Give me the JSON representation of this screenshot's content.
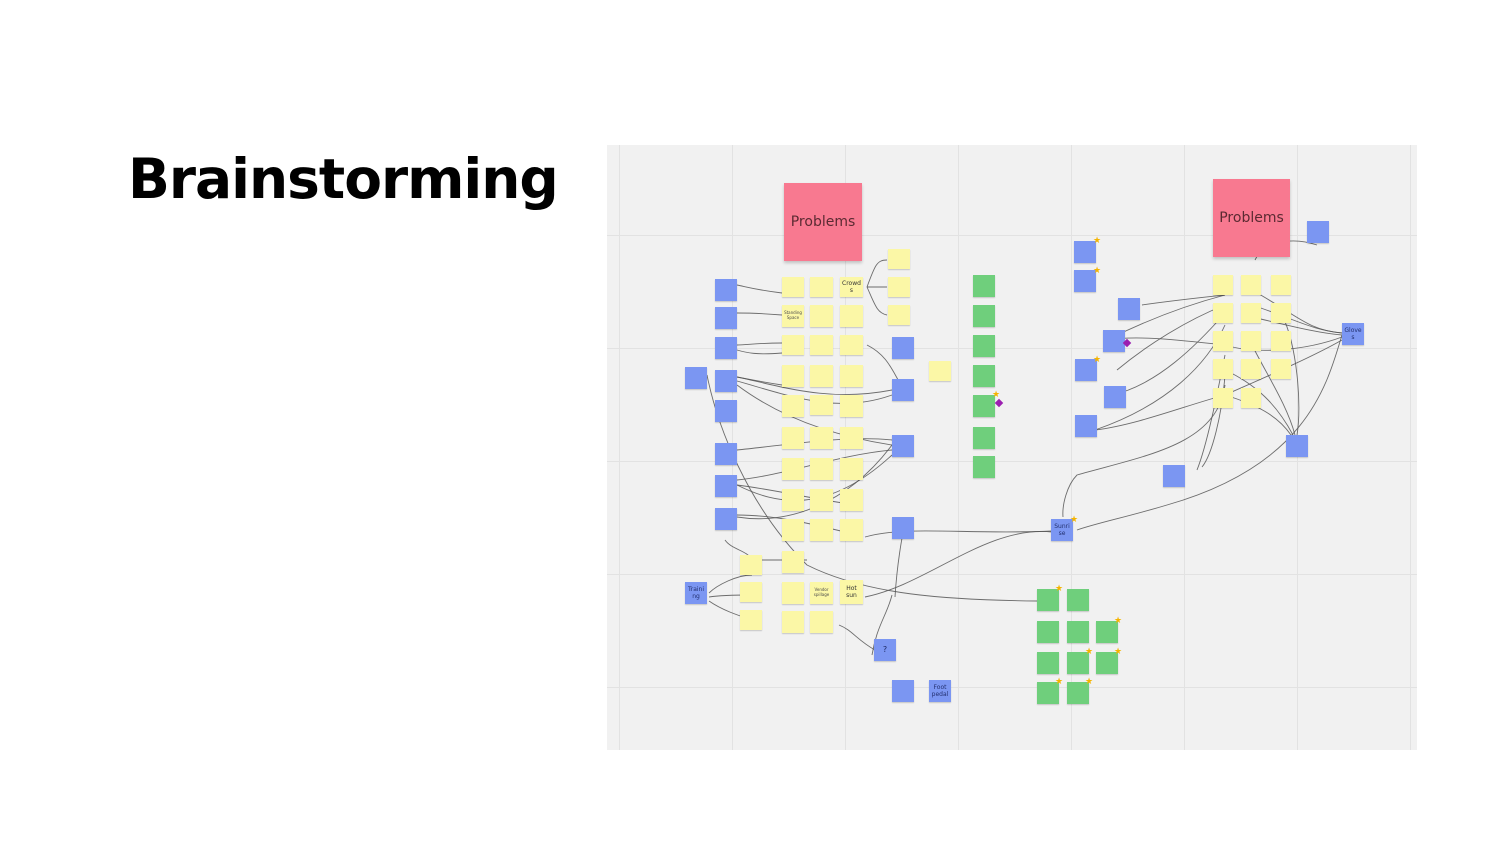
{
  "slide": {
    "title": "Brainstorming"
  },
  "colors": {
    "yellow": "#fbf7a6",
    "blue": "#7b96f2",
    "green": "#6fcf7c",
    "pink": "#f87990",
    "star": "#f4b400",
    "diamond": "#9b1fb0"
  },
  "board": {
    "left_header": "Problems",
    "right_header": "Problems",
    "left_cluster": {
      "row1": [
        "Crowds"
      ],
      "row2": [
        "Standing Space"
      ],
      "row3": [
        "Hot sun"
      ],
      "row4": [
        "Vendor spillage",
        "Foot pedal",
        "?"
      ],
      "other": [
        "Training",
        "Sunrise",
        "Gloves"
      ]
    }
  }
}
